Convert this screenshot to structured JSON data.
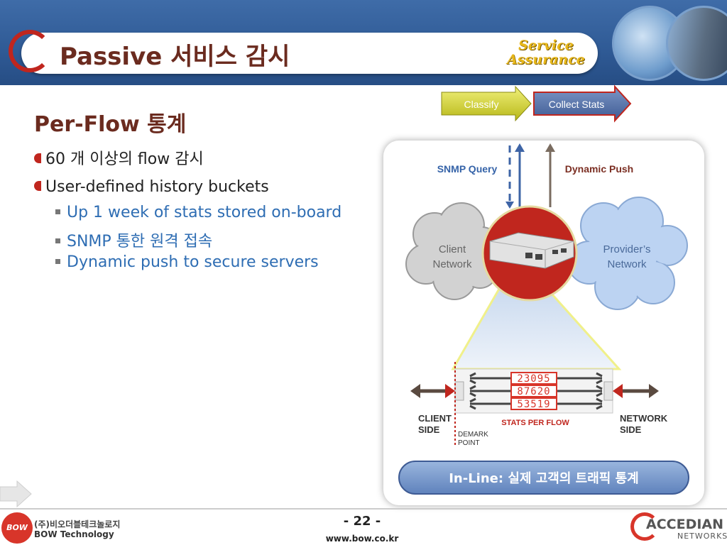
{
  "header": {
    "title": "Passive 서비스 감시",
    "badge_line1": "Service",
    "badge_line2": "Assurance"
  },
  "content": {
    "heading": "Per-Flow 통계",
    "bullets": [
      "60 개 이상의 flow 감시",
      "User-defined history buckets"
    ],
    "sub_bullets": [
      "Up 1 week of stats stored on-board",
      "SNMP 통한 원격 접속",
      "Dynamic push to secure servers"
    ]
  },
  "diagram": {
    "flow_steps": [
      "Classify",
      "Collect Stats"
    ],
    "snmp_query": "SNMP Query",
    "dynamic_push": "Dynamic Push",
    "client_cloud_line1": "Client",
    "client_cloud_line2": "Network",
    "provider_cloud_line1": "Provider’s",
    "provider_cloud_line2": "Network",
    "counters": [
      "23095",
      "87620",
      "53519"
    ],
    "stats_per_flow": "STATS PER FLOW",
    "client_side_line1": "CLIENT",
    "client_side_line2": "SIDE",
    "network_side_line1": "NETWORK",
    "network_side_line2": "SIDE",
    "demark_line1": "DEMARK",
    "demark_line2": "POINT",
    "inline_label": "In-Line: 실제 고객의 트래픽 통계",
    "colors": {
      "classify": "#d4d41e",
      "collect": "#5b78b0",
      "device_circle": "#c0261e",
      "cloud_client": "#cfcfcf",
      "cloud_provider": "#bcd3f2",
      "counter": "#d8352a"
    }
  },
  "footer": {
    "company_kr": "(주)비오더블테크놀로지",
    "company_en": "BOW Technology",
    "bow_mark": "BOW",
    "page": "- 22 -",
    "url": "www.bow.co.kr",
    "brand_line1": "ACCEDIAN",
    "brand_line2": "NETWORKS"
  }
}
